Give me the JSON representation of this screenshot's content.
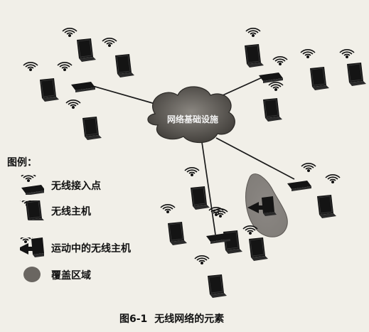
{
  "diagram": {
    "cloud_label": "网络基础设施"
  },
  "legend": {
    "title": "图例：",
    "items": [
      {
        "label": "无线接入点",
        "icon": "access-point-icon"
      },
      {
        "label": "无线主机",
        "icon": "wireless-host-icon"
      },
      {
        "label": "运动中的无线主机",
        "icon": "moving-host-icon"
      },
      {
        "label": "覆盖区域",
        "icon": "coverage-area-icon"
      }
    ]
  },
  "caption": {
    "number": "图6-1",
    "title": "无线网络的元素"
  }
}
